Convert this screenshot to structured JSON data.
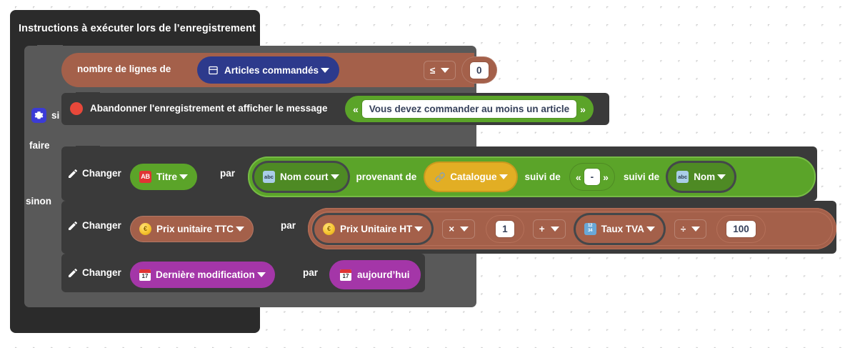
{
  "event": {
    "title": "Instructions à exécuter lors de l’enregistrement"
  },
  "control": {
    "if_label": "si",
    "do_label": "faire",
    "else_label": "sinon",
    "gear_icon": "gear-icon"
  },
  "condition": {
    "left_text": "nombre de lignes de",
    "table_field": {
      "label": "Articles commandés",
      "icon": "table-icon"
    },
    "operator": "≤",
    "value": "0"
  },
  "abort": {
    "icon": "stop-icon",
    "text": "Abandonner l'enregistrement et afficher le message",
    "quote_open": "«",
    "message": "Vous devez commander au moins un article",
    "quote_close": "»"
  },
  "rows": [
    {
      "verb": "Changer",
      "icon": "pencil-icon",
      "target": {
        "label": "Titre",
        "icon": "ab-icon"
      },
      "by_label": "par",
      "parts": [
        {
          "kind": "field",
          "label": "Nom court",
          "icon": "abc-icon"
        },
        {
          "kind": "text",
          "label": "provenant de"
        },
        {
          "kind": "field",
          "label": "Catalogue",
          "icon": "link-icon"
        },
        {
          "kind": "text",
          "label": "suivi de"
        },
        {
          "kind": "string",
          "quote_open": "«",
          "value": "-",
          "quote_close": "»"
        },
        {
          "kind": "text",
          "label": "suivi de"
        },
        {
          "kind": "field",
          "label": "Nom",
          "icon": "abc-icon"
        }
      ]
    },
    {
      "verb": "Changer",
      "icon": "pencil-icon",
      "target": {
        "label": "Prix unitaire TTC",
        "icon": "coin-icon"
      },
      "by_label": "par",
      "parts": [
        {
          "kind": "field",
          "label": "Prix Unitaire HT",
          "icon": "coin-icon"
        },
        {
          "kind": "op",
          "label": "×"
        },
        {
          "kind": "number",
          "value": "1"
        },
        {
          "kind": "op",
          "label": "+"
        },
        {
          "kind": "field",
          "label": "Taux TVA",
          "icon": "number-icon"
        },
        {
          "kind": "op",
          "label": "÷"
        },
        {
          "kind": "number",
          "value": "100"
        }
      ]
    },
    {
      "verb": "Changer",
      "icon": "pencil-icon",
      "target": {
        "label": "Dernière modification",
        "icon": "calendar-icon"
      },
      "by_label": "par",
      "parts": [
        {
          "kind": "field",
          "label": "aujourd’hui",
          "icon": "calendar-icon"
        }
      ]
    }
  ],
  "colors": {
    "canvas": "#ffffff",
    "event_block": "#2b2b2b",
    "control_block": "#595959",
    "statement_block": "#3a3a3a",
    "brown": "#a4604a",
    "blue": "#2d3a8c",
    "green": "#5ba429",
    "green_dark": "#4e8a24",
    "amber": "#e2ae24",
    "purple": "#a436a8",
    "red": "#e8483a"
  }
}
